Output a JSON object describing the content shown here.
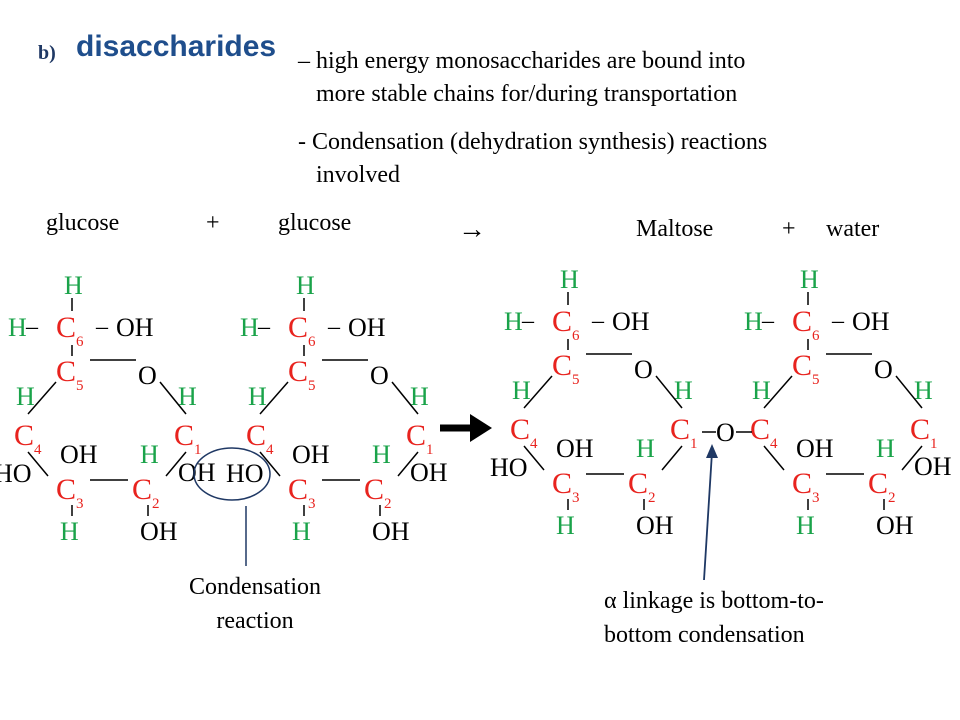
{
  "header": {
    "section_letter": "b)",
    "title": "disaccharides"
  },
  "description": {
    "line1": "– high energy monosaccharides are bound into",
    "line2": "more stable chains for/during transportation",
    "line3": "- Condensation (dehydration synthesis)  reactions",
    "line4": "involved"
  },
  "equation": {
    "reactant1": "glucose",
    "plus1": "+",
    "reactant2": "glucose",
    "arrow": "→",
    "product1": "Maltose",
    "plus2": "+",
    "product2": "water"
  },
  "labels": {
    "condensation_line1": "Condensation",
    "condensation_line2": "reaction",
    "alpha_line1": "α linkage is bottom-to-",
    "alpha_line2": "bottom condensation"
  },
  "molecule_text": {
    "H": "H",
    "OH": "OH",
    "HO": "HO",
    "O": "O",
    "C": "C",
    "sub1": "1",
    "sub2": "2",
    "sub3": "3",
    "sub4": "4",
    "sub5": "5",
    "sub6": "6"
  },
  "colors": {
    "hydrogen": "#1aa34a",
    "carbon": "#e8231e",
    "title": "#1f4e8c",
    "text": "#000000",
    "highlight_ring": "#1f3864",
    "linkage_arrow": "#1f3864"
  }
}
